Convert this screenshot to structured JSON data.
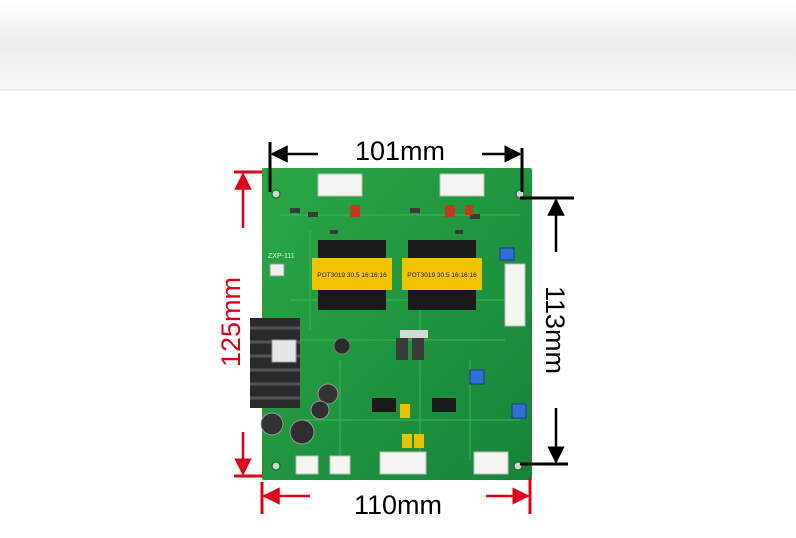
{
  "image": {
    "description_free": true
  },
  "dimensions": {
    "top": {
      "label": "101mm",
      "color": "#000000"
    },
    "right": {
      "label": "113mm",
      "color": "#000000"
    },
    "left": {
      "label": "125mm",
      "color": "#e0001a"
    },
    "bottom": {
      "label": "110mm",
      "color": "#e0001a"
    }
  },
  "board": {
    "silkscreen": [
      "ZXP-111"
    ],
    "transformer_labels": [
      "POT3019 30.5 16:16:16",
      "POT3019 30.5 16:16:16"
    ]
  },
  "colors": {
    "pcb_green": "#1f9a3a",
    "pcb_dark": "#137a2a",
    "transformer_yellow": "#f2c400",
    "banner_top": "#f3f3f3",
    "red_dim": "#e0001a"
  }
}
